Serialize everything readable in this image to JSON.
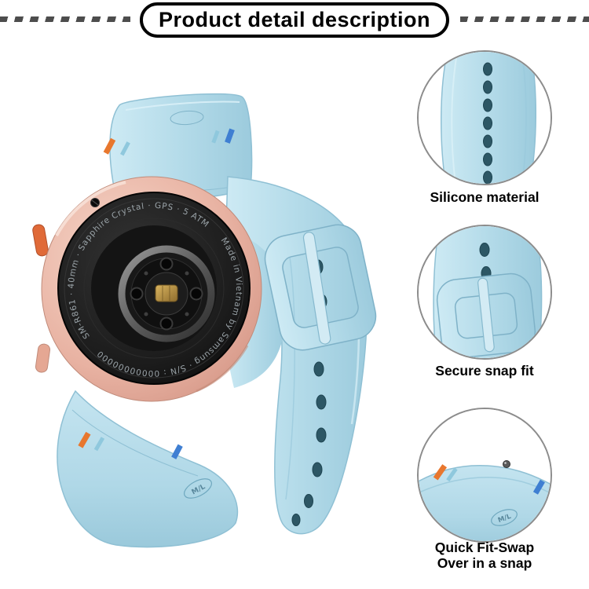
{
  "header": {
    "title": "Product detail description"
  },
  "watch": {
    "engraving_top": "SM-R861 · 40mm · Sapphire Crystal · GPS · 5 ATM",
    "engraving_bottom": "Made in Vietnam by Samsung · S/N : 00000000000",
    "band_size_tag": "M/L"
  },
  "callouts": [
    {
      "id": "silicone-material",
      "label": "Silicone material"
    },
    {
      "id": "secure-snap-fit",
      "label": "Secure snap fit"
    },
    {
      "id": "quick-fit-swap",
      "label": "Quick Fit-Swap",
      "label_line2": "Over in a snap"
    }
  ],
  "colors": {
    "band_light_blue": "#b4dbe9",
    "band_edge": "#8fc0d4",
    "hole_dark": "#2d5765",
    "case_rose_gold": "#e8b2a2",
    "watch_back_black": "#141414",
    "accent_orange": "#e8772e",
    "accent_blue": "#3f7fd2",
    "label_text": "#000000"
  }
}
